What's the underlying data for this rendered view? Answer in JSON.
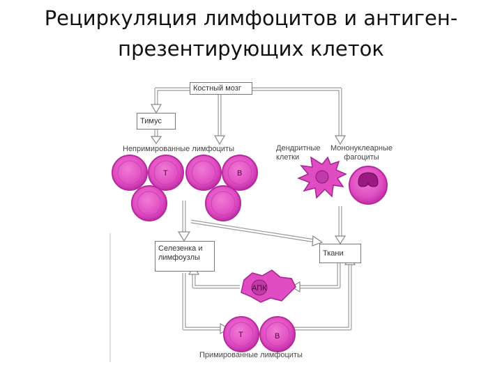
{
  "title": {
    "line1": "Рециркуляция лимфоцитов и антиген-",
    "line2": "презентирующих клеток"
  },
  "boxes": {
    "bone_marrow": "Костный мозг",
    "thymus": "Тимус",
    "spleen_line1": "Селезенка и",
    "spleen_line2": "лимфоузлы",
    "tissues": "Ткани"
  },
  "labels": {
    "naive_lymphocytes": "Непримированные лимфоциты",
    "dendritic_line1": "Дендритные",
    "dendritic_line2": "клетки",
    "mononuclear_line1": "Мононуклеарные",
    "mononuclear_line2": "фагоциты",
    "primed_lymphocytes": "Примированные лимфоциты"
  },
  "cell_letters": {
    "t_naive": "Т",
    "b_naive": "В",
    "apc": "АПК",
    "t_primed": "Т",
    "b_primed": "В"
  },
  "colors": {
    "cell_fill": "#e25bc6",
    "cell_ring": "#b8289c",
    "cell_dark": "#c23aa8",
    "arrow": "#9a9a9a"
  }
}
